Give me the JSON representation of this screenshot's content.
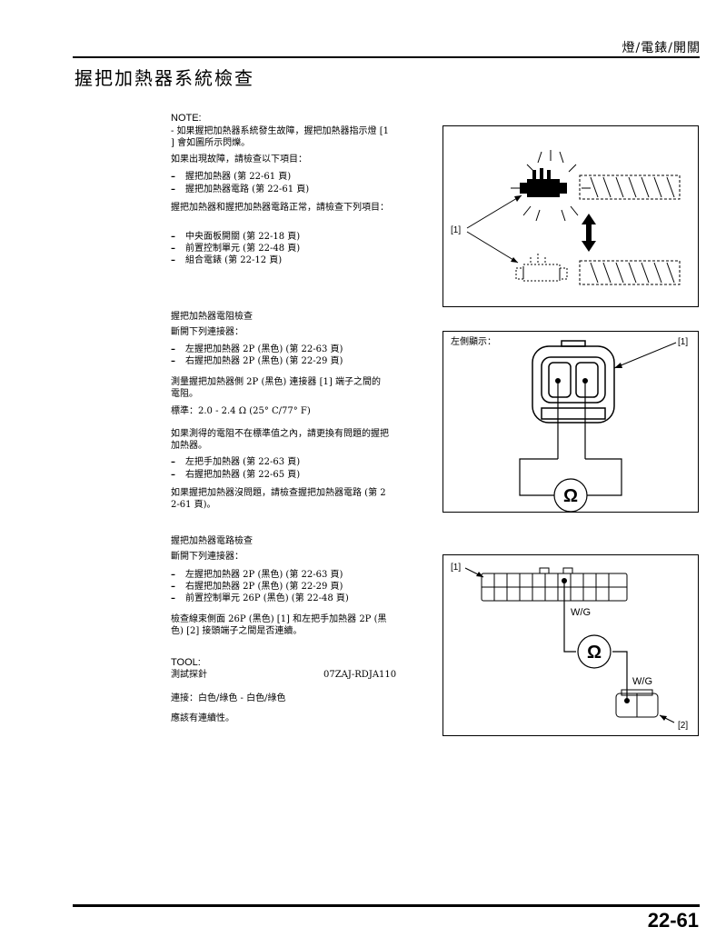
{
  "header": {
    "section": "燈/電錶/開關"
  },
  "heading": "握把加熱器系統檢查",
  "note": {
    "label": "NOTE:",
    "line1": "- 如果握把加熱器系統發生故障，握把加熱器指示燈 [1",
    "line2": "] 會如圖所示閃爍。",
    "intro": "如果出現故障，請檢查以下項目：",
    "items": [
      "握把加熱器 (第 22-61 頁)",
      "握把加熱器電路 (第 22-61 頁)"
    ],
    "normal": "握把加熱器和握把加熱器電路正常，請檢查下列項目：",
    "items2": [
      "中央面板開關 (第 22-18 頁)",
      "前置控制單元 (第 22-48 頁)",
      "組合電錶 (第 22-12 頁)"
    ]
  },
  "resistance": {
    "title": "握把加熱器電阻檢查",
    "disconnect": "斷開下列連接器：",
    "items": [
      "左握把加熱器 2P (黑色) (第 22-63 頁)",
      "右握把加熱器 2P (黑色) (第 22-29 頁)"
    ],
    "measure1": "測量握把加熱器側 2P (黑色) 連接器 [1] 端子之間的",
    "measure2": "電阻。",
    "standard": "標準：2.0 - 2.4 Ω (25° C/77° F)",
    "ifnot1": "如果測得的電阻不在標準值之內，請更換有問題的握把",
    "ifnot2": "加熱器。",
    "items2": [
      "左把手加熱器 (第 22-63 頁)",
      "右握把加熱器 (第 22-65 頁)"
    ],
    "ifok1": "如果握把加熱器沒問題，請檢查握把加熱器電路 (第 2",
    "ifok2": "2-61 頁)。"
  },
  "circuit": {
    "title": "握把加熱器電路檢查",
    "disconnect": "斷開下列連接器：",
    "items": [
      "左握把加熱器 2P (黑色) (第 22-63 頁)",
      "右握把加熱器 2P (黑色) (第 22-29 頁)",
      "前置控制單元 26P (黑色) (第 22-48 頁)"
    ],
    "check1": "檢查線束側面 26P (黑色) [1] 和左把手加熱器 2P (黑",
    "check2": "色) [2] 接頭端子之間是否連續。",
    "tool_label": "TOOL:",
    "tool_name": "測試探針",
    "tool_code": "07ZAJ-RDJA110",
    "connection": "連接：白色/綠色 - 白色/綠色",
    "continuity": "應該有連續性。"
  },
  "figures": {
    "fig1": {
      "callout": "[1]"
    },
    "fig2": {
      "side_label": "左側顯示：",
      "callout": "[1]",
      "ohm": "Ω"
    },
    "fig3": {
      "callout1": "[1]",
      "callout2": "[2]",
      "wire1": "W/G",
      "wire2": "W/G",
      "ohm": "Ω"
    }
  },
  "footer": {
    "page": "22-61"
  }
}
